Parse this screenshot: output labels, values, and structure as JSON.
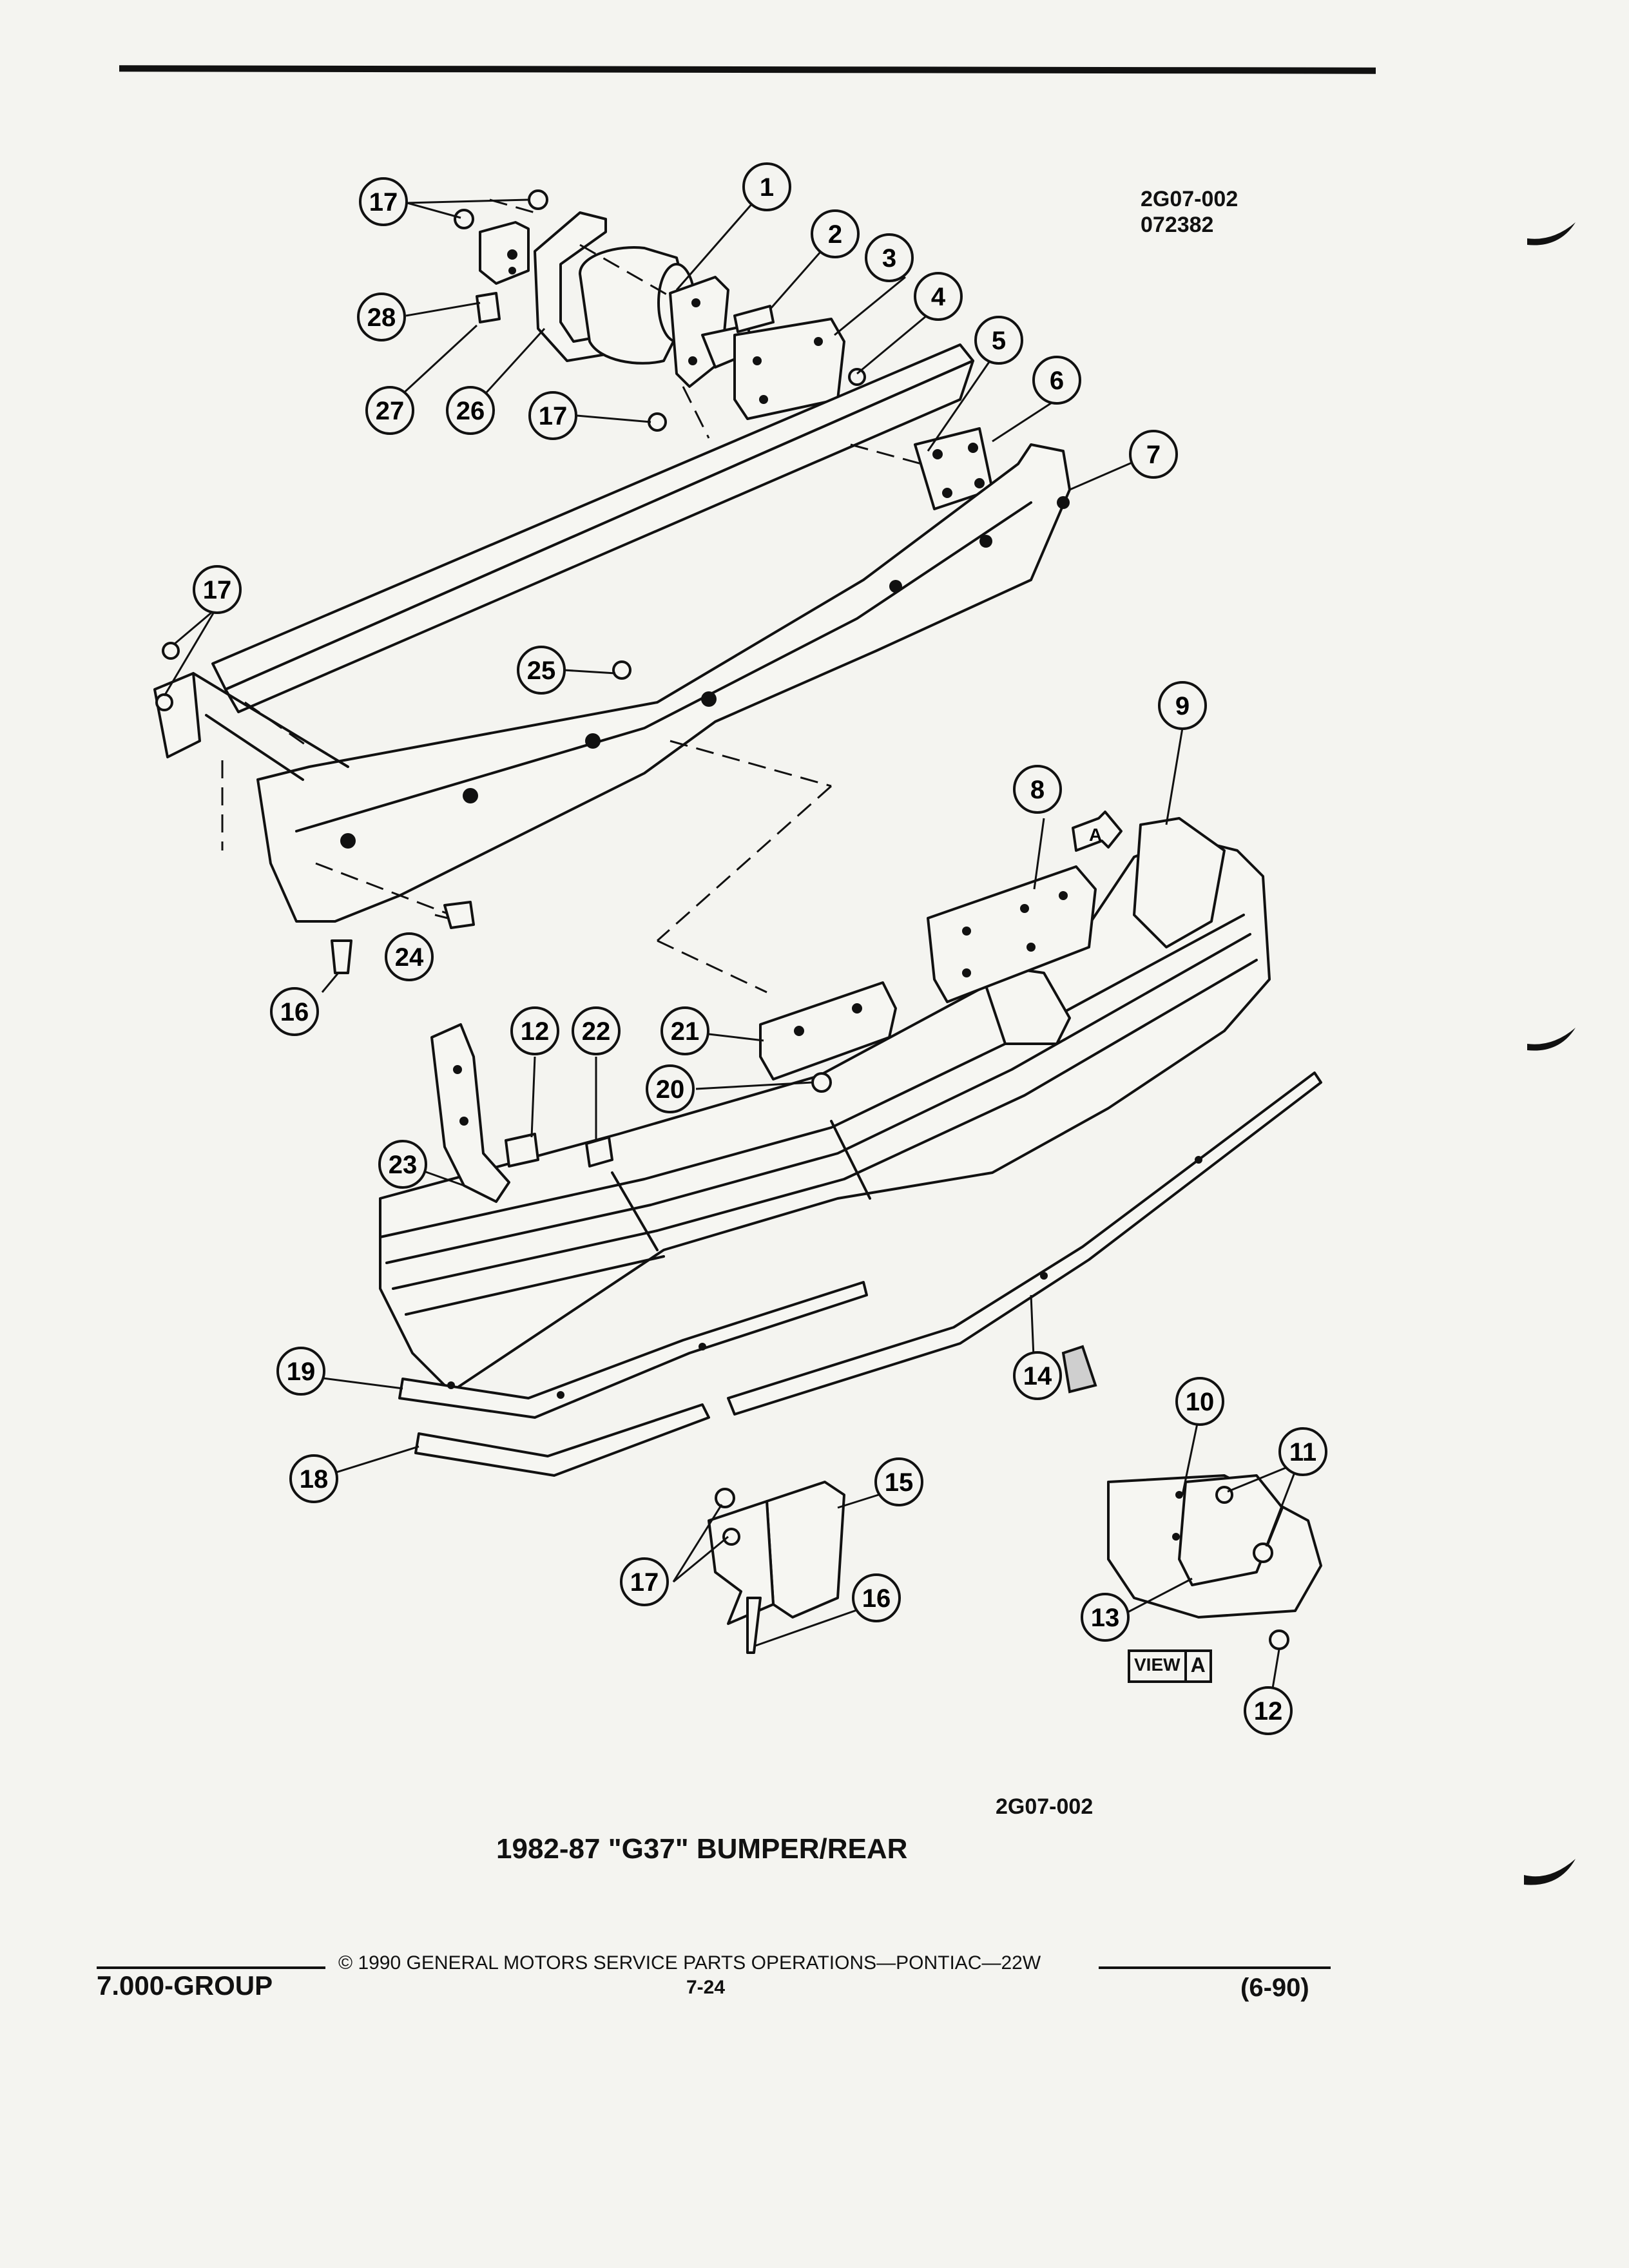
{
  "diagram": {
    "drawing_code_top": "2G07-002",
    "drawing_date": "072382",
    "drawing_code_bottom": "2G07-002",
    "title": "1982-87 \"G37\" BUMPER/REAR",
    "view_label": "VIEW",
    "view_letter": "A",
    "arrow_letter": "A",
    "callouts": [
      {
        "id": "c17a",
        "label": "17"
      },
      {
        "id": "c1",
        "label": "1"
      },
      {
        "id": "c2",
        "label": "2"
      },
      {
        "id": "c3",
        "label": "3"
      },
      {
        "id": "c4",
        "label": "4"
      },
      {
        "id": "c28",
        "label": "28"
      },
      {
        "id": "c27",
        "label": "27"
      },
      {
        "id": "c26",
        "label": "26"
      },
      {
        "id": "c17b",
        "label": "17"
      },
      {
        "id": "c5",
        "label": "5"
      },
      {
        "id": "c6",
        "label": "6"
      },
      {
        "id": "c7",
        "label": "7"
      },
      {
        "id": "c17c",
        "label": "17"
      },
      {
        "id": "c25",
        "label": "25"
      },
      {
        "id": "c9",
        "label": "9"
      },
      {
        "id": "c8",
        "label": "8"
      },
      {
        "id": "c24",
        "label": "24"
      },
      {
        "id": "c16a",
        "label": "16"
      },
      {
        "id": "c12a",
        "label": "12"
      },
      {
        "id": "c22",
        "label": "22"
      },
      {
        "id": "c21",
        "label": "21"
      },
      {
        "id": "c20",
        "label": "20"
      },
      {
        "id": "c23",
        "label": "23"
      },
      {
        "id": "c19",
        "label": "19"
      },
      {
        "id": "c14",
        "label": "14"
      },
      {
        "id": "c18",
        "label": "18"
      },
      {
        "id": "c10",
        "label": "10"
      },
      {
        "id": "c11",
        "label": "11"
      },
      {
        "id": "c15",
        "label": "15"
      },
      {
        "id": "c17d",
        "label": "17"
      },
      {
        "id": "c16b",
        "label": "16"
      },
      {
        "id": "c13",
        "label": "13"
      },
      {
        "id": "c12b",
        "label": "12"
      }
    ]
  },
  "footer": {
    "copyright": "© 1990 GENERAL MOTORS SERVICE PARTS OPERATIONS—PONTIAC—22W",
    "group": "7.000-GROUP",
    "page_number": "7-24",
    "revision": "(6-90)"
  }
}
